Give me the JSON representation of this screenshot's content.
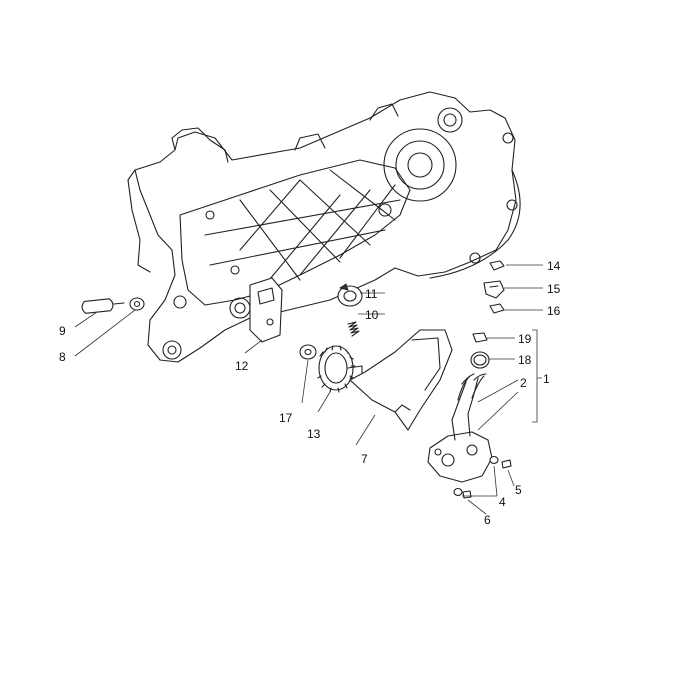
{
  "diagram": {
    "background": "#ffffff",
    "line_color": "#222222",
    "callouts": [
      {
        "id": "1",
        "label": "1"
      },
      {
        "id": "2",
        "label": "2"
      },
      {
        "id": "4",
        "label": "4"
      },
      {
        "id": "5",
        "label": "5"
      },
      {
        "id": "6",
        "label": "6"
      },
      {
        "id": "7",
        "label": "7"
      },
      {
        "id": "8",
        "label": "8"
      },
      {
        "id": "9",
        "label": "9"
      },
      {
        "id": "10",
        "label": "10"
      },
      {
        "id": "11",
        "label": "11"
      },
      {
        "id": "12",
        "label": "12"
      },
      {
        "id": "13",
        "label": "13"
      },
      {
        "id": "14",
        "label": "14"
      },
      {
        "id": "15",
        "label": "15"
      },
      {
        "id": "16",
        "label": "16"
      },
      {
        "id": "17",
        "label": "17"
      },
      {
        "id": "18",
        "label": "18"
      },
      {
        "id": "19",
        "label": "19"
      }
    ]
  }
}
